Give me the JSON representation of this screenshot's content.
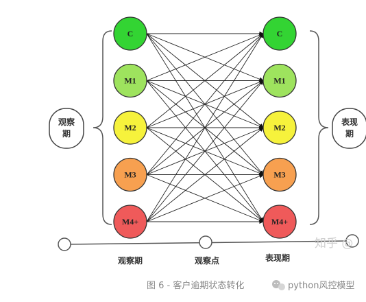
{
  "diagram": {
    "left_states": [
      "C",
      "M1",
      "M2",
      "M3",
      "M4+"
    ],
    "right_states": [
      "C",
      "M1",
      "M2",
      "M3",
      "M4+"
    ],
    "state_colors": [
      "#33d433",
      "#9ee35e",
      "#f6f23c",
      "#f7a050",
      "#ef5a5a"
    ],
    "left_group_label": [
      "观察",
      "期"
    ],
    "right_group_label": [
      "表现",
      "期"
    ],
    "timeline": {
      "labels": [
        "观察期",
        "观察点",
        "表现期"
      ]
    }
  },
  "caption": {
    "text": "图 6 - 客户逾期状态转化",
    "source": "python风控模型"
  },
  "watermark": {
    "text": "知乎 @"
  }
}
